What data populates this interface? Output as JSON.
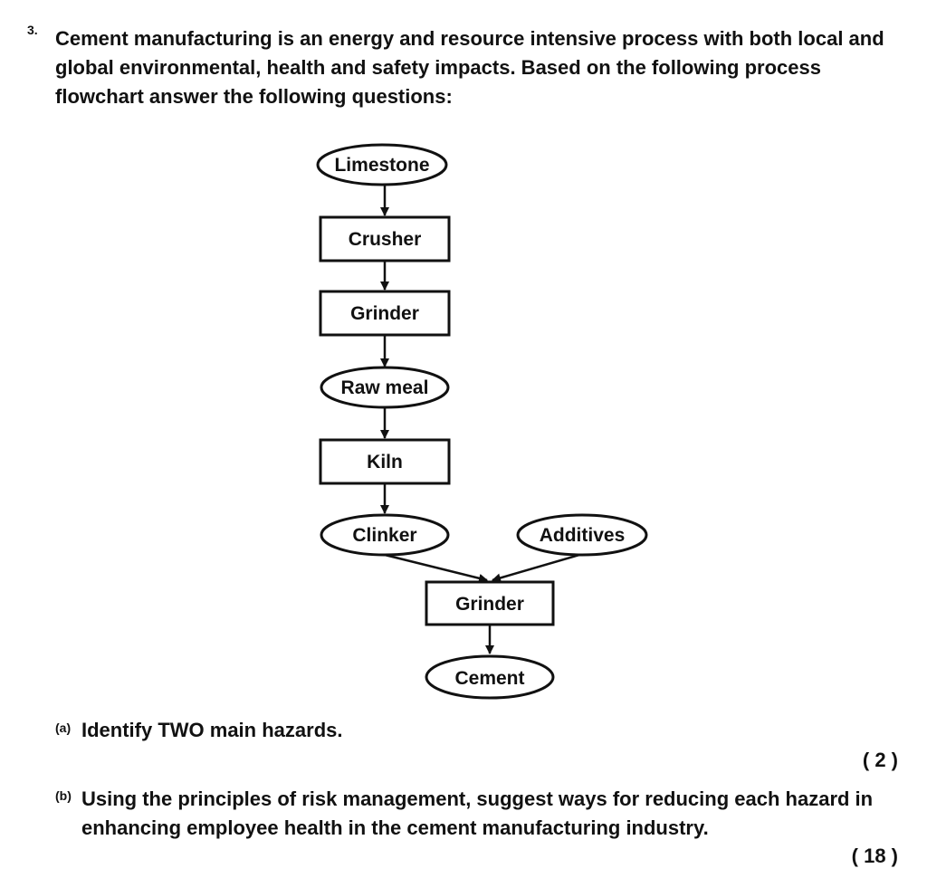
{
  "question": {
    "number": "3.",
    "text": "Cement manufacturing is an energy and resource intensive process with both local and global environmental, health and safety impacts. Based on the following process flowchart answer the following questions:"
  },
  "flowchart": {
    "nodes": [
      {
        "id": "limestone",
        "label": "Limestone",
        "shape": "ellipse"
      },
      {
        "id": "crusher",
        "label": "Crusher",
        "shape": "box"
      },
      {
        "id": "grinder1",
        "label": "Grinder",
        "shape": "box"
      },
      {
        "id": "rawmeal",
        "label": "Raw meal",
        "shape": "ellipse"
      },
      {
        "id": "kiln",
        "label": "Kiln",
        "shape": "box"
      },
      {
        "id": "clinker",
        "label": "Clinker",
        "shape": "ellipse"
      },
      {
        "id": "additives",
        "label": "Additives",
        "shape": "ellipse"
      },
      {
        "id": "grinder2",
        "label": "Grinder",
        "shape": "box"
      },
      {
        "id": "cement",
        "label": "Cement",
        "shape": "ellipse"
      }
    ],
    "edges": [
      [
        "limestone",
        "crusher"
      ],
      [
        "crusher",
        "grinder1"
      ],
      [
        "grinder1",
        "rawmeal"
      ],
      [
        "rawmeal",
        "kiln"
      ],
      [
        "kiln",
        "clinker"
      ],
      [
        "clinker",
        "grinder2"
      ],
      [
        "additives",
        "grinder2"
      ],
      [
        "grinder2",
        "cement"
      ]
    ]
  },
  "parts": [
    {
      "label": "(a)",
      "text": "Identify TWO main hazards.",
      "marks": "( 2 )"
    },
    {
      "label": "(b)",
      "text": "Using the principles of risk management, suggest ways for reducing each hazard in enhancing employee health in the cement manufacturing industry.",
      "marks": "( 18 )"
    }
  ]
}
